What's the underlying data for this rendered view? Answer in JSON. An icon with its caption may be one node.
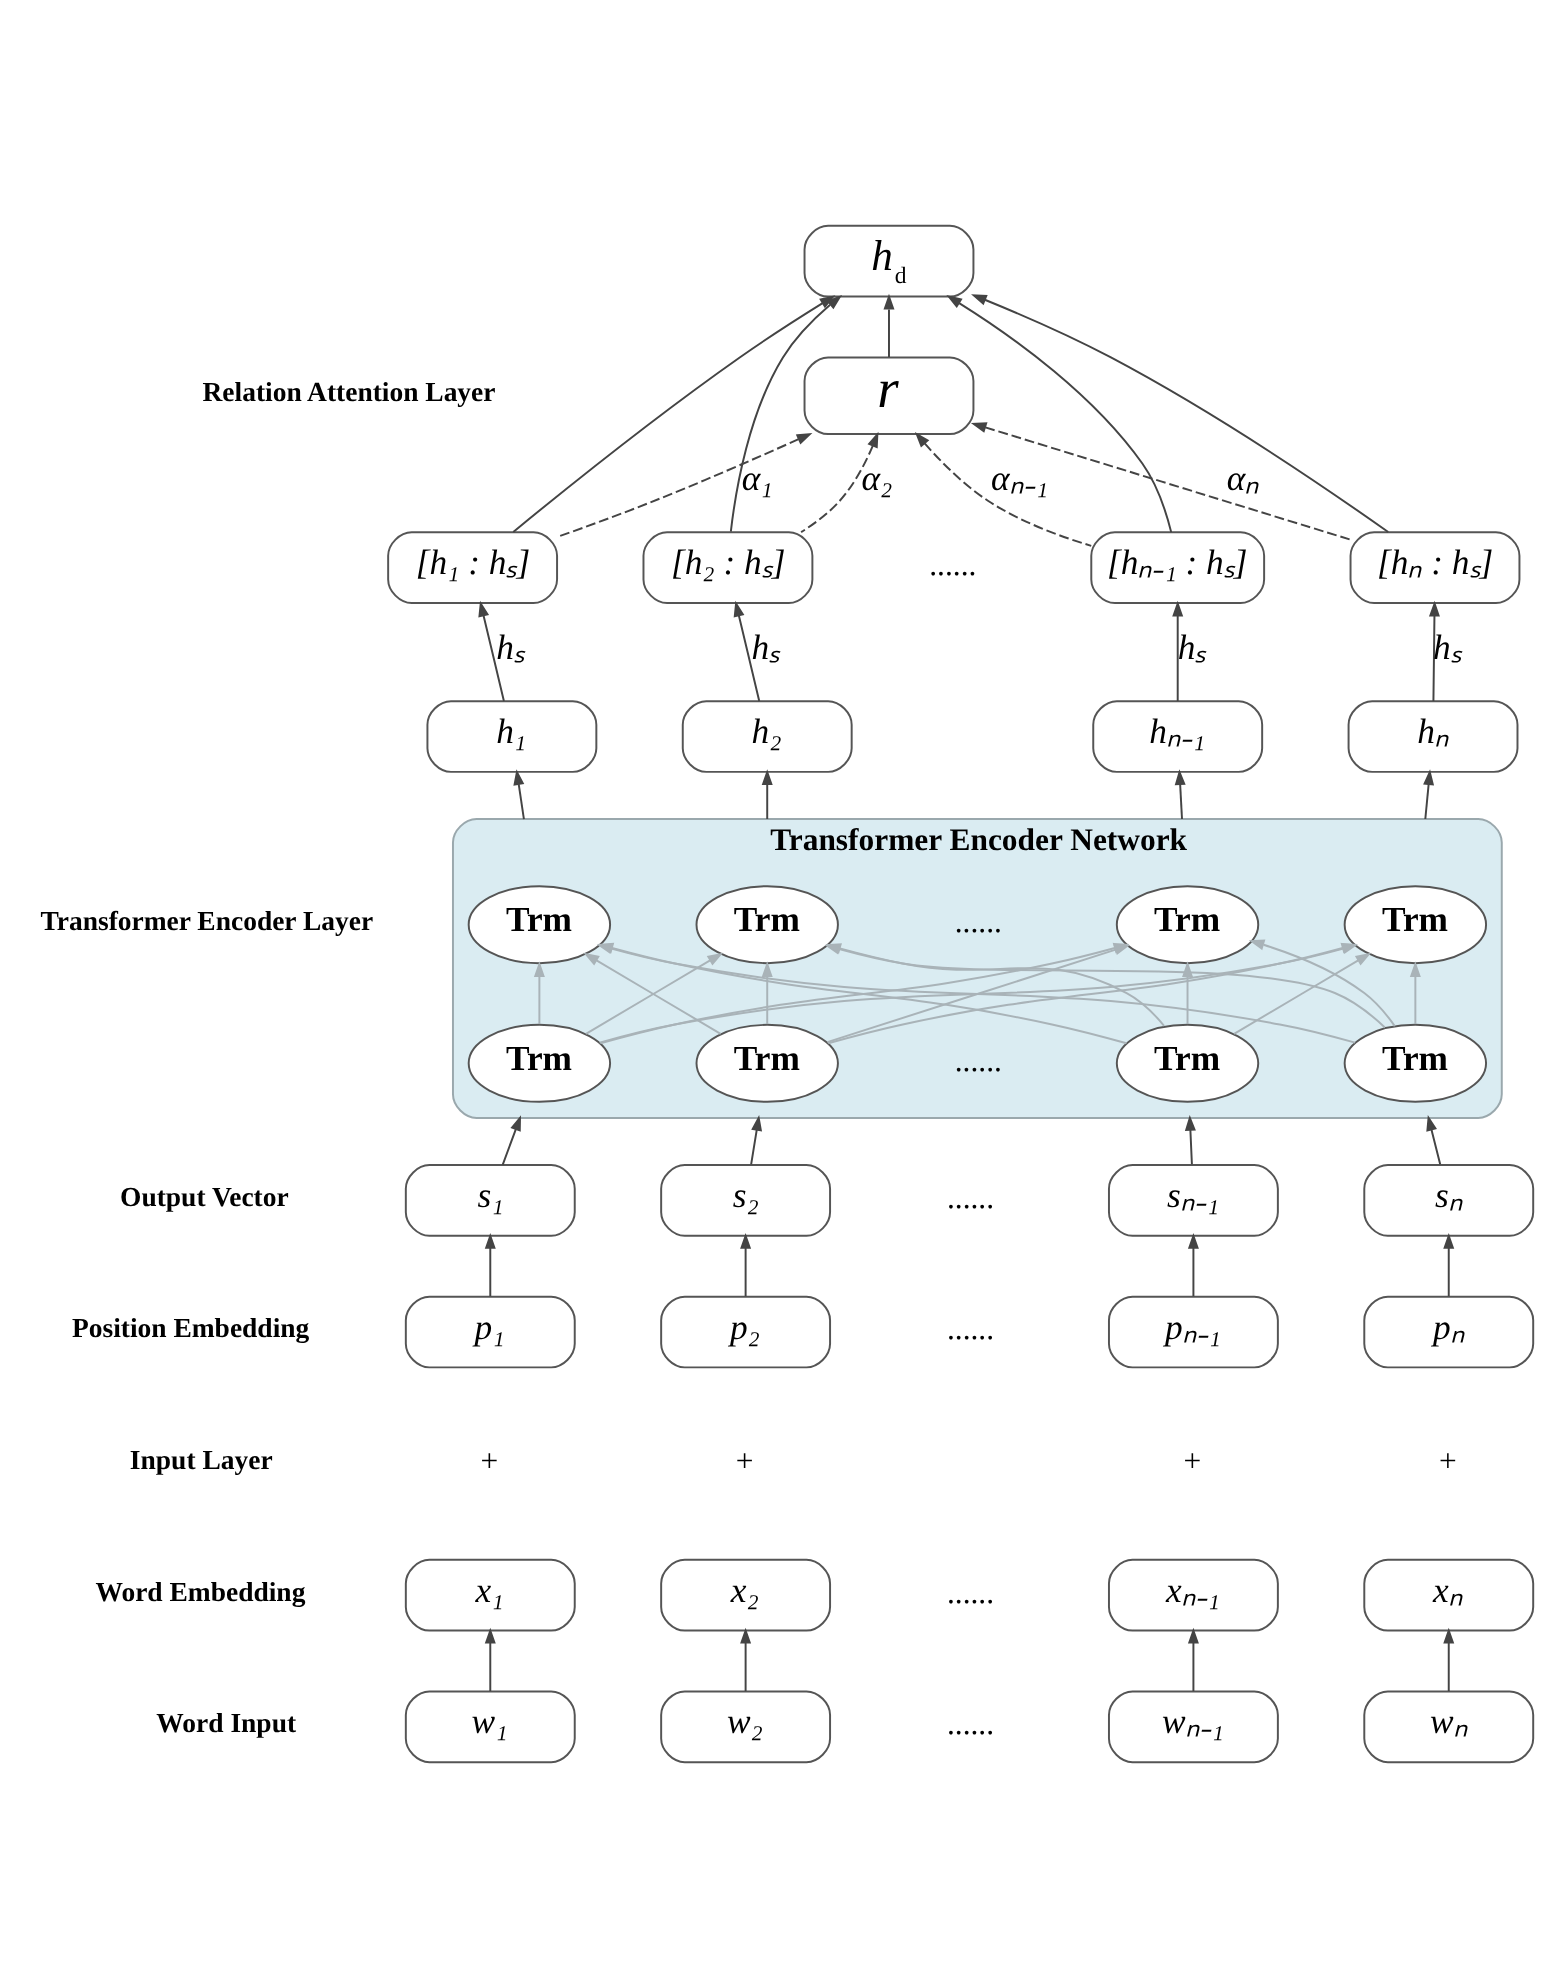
{
  "diagram": {
    "nodes": [
      {
        "text": [
          "*h*$_{d}$"
        ]
      },
      {
        "text": [
          "r"
        ]
      },
      {
        "text": [
          "[h₁ : hₛ]"
        ]
      },
      {
        "text": [
          "[h₂ : hₛ]"
        ]
      },
      {
        "text": [
          "[hₙ₋₁ : hₛ]"
        ]
      },
      {
        "text": [
          "[hₙ : hₛ]"
        ]
      },
      {
        "text": [
          "h₁"
        ]
      },
      {
        "text": [
          "h₂"
        ]
      },
      {
        "text": [
          "hₙ₋₁"
        ]
      },
      {
        "text": [
          "hₙ"
        ]
      },
      {
        "text": [
          "Transformer Encoder Network"
        ]
      },
      {
        "text": [
          "Trm"
        ],
        "in": 10
      },
      {
        "text": [
          "Trm"
        ],
        "in": 10
      },
      {
        "text": [
          "Trm"
        ],
        "in": 10
      },
      {
        "text": [
          "Trm"
        ],
        "in": 10
      },
      {
        "text": [
          "Trm"
        ],
        "in": 10
      },
      {
        "text": [
          "Trm"
        ],
        "in": 10
      },
      {
        "text": [
          "Trm"
        ],
        "in": 10
      },
      {
        "text": [
          "Trm"
        ],
        "in": 10
      },
      {
        "text": [
          "s₁"
        ]
      },
      {
        "text": [
          "s₂"
        ]
      },
      {
        "text": [
          "sₙ₋₁"
        ]
      },
      {
        "text": [
          "sₙ"
        ]
      },
      {
        "text": [
          "p₁"
        ]
      },
      {
        "text": [
          "p₂"
        ]
      },
      {
        "text": [
          "pₙ₋₁"
        ]
      },
      {
        "text": [
          "pₙ"
        ]
      },
      {
        "text": [
          "x₁"
        ]
      },
      {
        "text": [
          "x₂"
        ]
      },
      {
        "text": [
          "xₙ₋₁"
        ]
      },
      {
        "text": [
          "xₙ"
        ]
      },
      {
        "text": [
          "w₁"
        ]
      },
      {
        "text": [
          "w₂"
        ]
      },
      {
        "text": [
          "wₙ₋₁"
        ]
      },
      {
        "text": [
          "wₙ"
        ]
      }
    ],
    "edges": [
      {
        "from": 31,
        "to": 27,
        "arrow": "to"
      },
      {
        "from": 32,
        "to": 28,
        "arrow": "to"
      },
      {
        "from": 33,
        "to": 29,
        "arrow": "to"
      },
      {
        "from": 34,
        "to": 30,
        "arrow": "to"
      },
      {
        "from": 23,
        "to": 19,
        "arrow": "to"
      },
      {
        "from": 24,
        "to": 20,
        "arrow": "to"
      },
      {
        "from": 25,
        "to": 21,
        "arrow": "to"
      },
      {
        "from": 26,
        "to": 22,
        "arrow": "to"
      },
      {
        "from": 19,
        "to": 10,
        "arrow": "to"
      },
      {
        "from": 20,
        "to": 10,
        "arrow": "to"
      },
      {
        "from": 21,
        "to": 10,
        "arrow": "to"
      },
      {
        "from": 22,
        "to": 10,
        "arrow": "to"
      },
      {
        "from": 15,
        "to": 11,
        "arrow": "to",
        "color": "#a9b3b8"
      },
      {
        "from": 15,
        "to": 12,
        "arrow": "to",
        "color": "#a9b3b8"
      },
      {
        "from": 15,
        "to": 13,
        "arrow": "to",
        "color": "#a9b3b8"
      },
      {
        "from": 15,
        "to": 14,
        "arrow": "to",
        "color": "#a9b3b8"
      },
      {
        "from": 16,
        "to": 11,
        "arrow": "to",
        "color": "#a9b3b8"
      },
      {
        "from": 16,
        "to": 12,
        "arrow": "to",
        "color": "#a9b3b8"
      },
      {
        "from": 16,
        "to": 13,
        "arrow": "to",
        "color": "#a9b3b8"
      },
      {
        "from": 16,
        "to": 14,
        "arrow": "to",
        "color": "#a9b3b8"
      },
      {
        "from": 17,
        "to": 11,
        "arrow": "to",
        "color": "#a9b3b8"
      },
      {
        "from": 17,
        "to": 12,
        "arrow": "to",
        "color": "#a9b3b8"
      },
      {
        "from": 17,
        "to": 13,
        "arrow": "to",
        "color": "#a9b3b8"
      },
      {
        "from": 17,
        "to": 14,
        "arrow": "to",
        "color": "#a9b3b8"
      },
      {
        "from": 18,
        "to": 11,
        "arrow": "to",
        "color": "#a9b3b8"
      },
      {
        "from": 18,
        "to": 12,
        "arrow": "to",
        "color": "#a9b3b8"
      },
      {
        "from": 18,
        "to": 13,
        "arrow": "to",
        "color": "#a9b3b8"
      },
      {
        "from": 18,
        "to": 14,
        "arrow": "to",
        "color": "#a9b3b8"
      },
      {
        "from": 10,
        "to": 6,
        "arrow": "to"
      },
      {
        "from": 10,
        "to": 7,
        "arrow": "to"
      },
      {
        "from": 10,
        "to": 8,
        "arrow": "to"
      },
      {
        "from": 10,
        "to": 9,
        "arrow": "to"
      },
      {
        "from": 6,
        "to": 2,
        "arrow": "to",
        "label": "hₛ"
      },
      {
        "from": 7,
        "to": 3,
        "arrow": "to",
        "label": "hₛ"
      },
      {
        "from": 8,
        "to": 4,
        "arrow": "to",
        "label": "hₛ"
      },
      {
        "from": 9,
        "to": 5,
        "arrow": "to",
        "label": "hₛ"
      },
      {
        "from": 2,
        "to": 1,
        "arrow": "to",
        "style": "dashed",
        "label": "α₁"
      },
      {
        "from": 3,
        "to": 1,
        "arrow": "to",
        "style": "dashed",
        "label": "α₂"
      },
      {
        "from": 4,
        "to": 1,
        "arrow": "to",
        "style": "dashed",
        "label": "αₙ₋₁"
      },
      {
        "from": 5,
        "to": 1,
        "arrow": "to",
        "style": "dashed",
        "label": "αₙ"
      },
      {
        "from": 2,
        "to": 0,
        "arrow": "to"
      },
      {
        "from": 3,
        "to": 0,
        "arrow": "to"
      },
      {
        "from": 4,
        "to": 0,
        "arrow": "to"
      },
      {
        "from": 5,
        "to": 0,
        "arrow": "to"
      },
      {
        "from": 1,
        "to": 0,
        "arrow": "to"
      }
    ],
    "labels": [
      "Relation Attention Layer",
      "......",
      "Transformer Encoder Layer",
      "......",
      "......",
      "Output Vector",
      "......",
      "Position Embedding",
      "......",
      "Input Layer",
      "+",
      "+",
      "+",
      "+",
      "Word Embedding",
      "......",
      "Word Input",
      "......"
    ]
  }
}
